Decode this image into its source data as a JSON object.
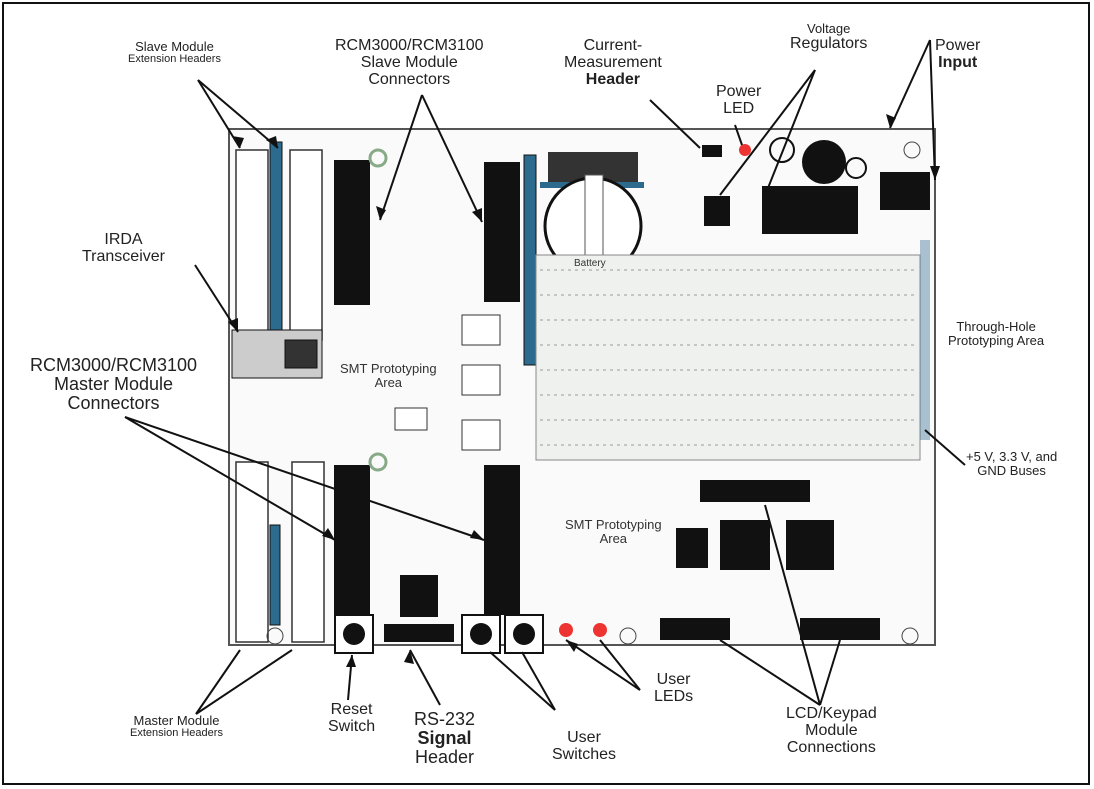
{
  "labels": {
    "slave_ext": [
      "Slave Module",
      "Extension Headers"
    ],
    "slave_conn": [
      "RCM3000/RCM3100",
      "Slave Module",
      "Connectors"
    ],
    "current": [
      "Current-",
      "Measurement",
      "Header"
    ],
    "voltage": [
      "Voltage",
      "Regulators"
    ],
    "power_input": [
      "Power",
      "Input"
    ],
    "power_led": [
      "Power",
      "LED"
    ],
    "irda": [
      "IRDA",
      "Transceiver"
    ],
    "master_conn": [
      "RCM3000/RCM3100",
      "Master Module",
      "Connectors"
    ],
    "through_hole": [
      "Through-Hole",
      "Prototyping Area"
    ],
    "buses": [
      "+5 V, 3.3 V, and",
      "GND Buses"
    ],
    "master_ext": [
      "Master Module",
      "Extension Headers"
    ],
    "reset": [
      "Reset",
      "Switch"
    ],
    "rs232": [
      "RS-232",
      "Signal",
      "Header"
    ],
    "user_sw": [
      "User",
      "Switches"
    ],
    "user_leds": [
      "User",
      "LEDs"
    ],
    "lcd": [
      "LCD/Keypad",
      "Module",
      "Connections"
    ]
  },
  "board": {
    "smt_area_1": [
      "SMT Prototyping",
      "Area"
    ],
    "smt_area_2": [
      "SMT Prototyping",
      "Area"
    ],
    "battery": "Battery"
  }
}
